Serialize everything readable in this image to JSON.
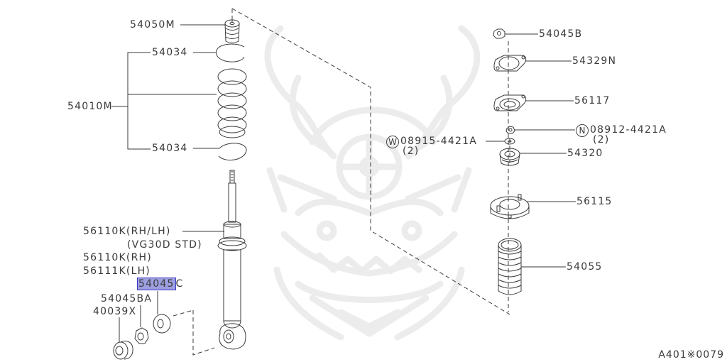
{
  "diagram": {
    "title": "Rear shock absorber / strut exploded parts diagram",
    "figure_code": "A401※0079",
    "highlight_color": "#9d9fe0",
    "highlight_border": "#3a3ec0",
    "line_color": "#3a3a3a",
    "watermark": "samurai-helmet-logo",
    "left_parts": [
      {
        "id": "54050M",
        "label": "54050M"
      },
      {
        "id": "54034-top",
        "label": "54034"
      },
      {
        "id": "54010M",
        "label": "54010M"
      },
      {
        "id": "54034-bottom",
        "label": "54034"
      },
      {
        "id": "56110K-rhlh",
        "label": "56110K(RH/LH)",
        "note": "(VG30D STD)"
      },
      {
        "id": "56110K-rh",
        "label": "56110K(RH)"
      },
      {
        "id": "56111K-lh",
        "label": "56111K(LH)"
      },
      {
        "id": "54045C",
        "label_main": "54045",
        "label_tail": "C",
        "highlighted": true
      },
      {
        "id": "54045BA",
        "label": "54045BA"
      },
      {
        "id": "40039X",
        "label": "40039X"
      }
    ],
    "right_parts": [
      {
        "id": "54045B",
        "label": "54045B"
      },
      {
        "id": "54329N",
        "label": "54329N"
      },
      {
        "id": "56117",
        "label": "56117"
      },
      {
        "id": "08912-4421A",
        "prefix": "N",
        "label": "08912-4421A",
        "qty": "(2)"
      },
      {
        "id": "08915-4421A",
        "prefix": "W",
        "label": "08915-4421A",
        "qty": "(2)"
      },
      {
        "id": "54320",
        "label": "54320"
      },
      {
        "id": "56115",
        "label": "56115"
      },
      {
        "id": "54055",
        "label": "54055"
      }
    ]
  }
}
